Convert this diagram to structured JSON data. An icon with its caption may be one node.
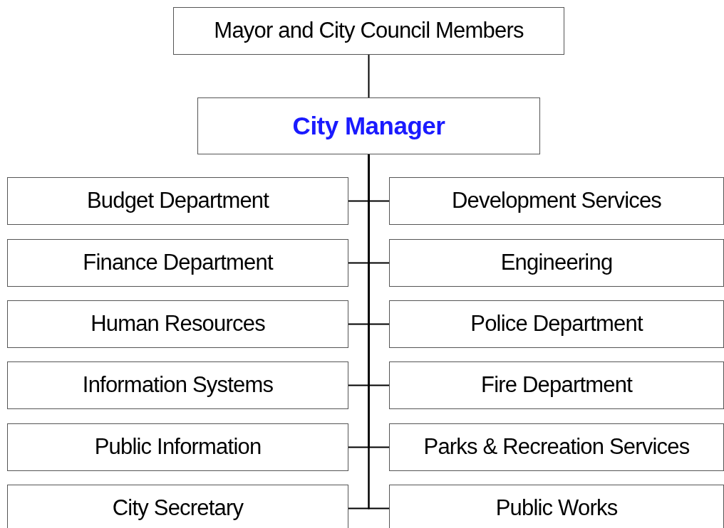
{
  "diagram": {
    "nodes": [
      {
        "text": [
          "Mayor and City Council Members"
        ]
      },
      {
        "text": [
          "City Manager"
        ]
      },
      {
        "text": [
          "Budget Department"
        ]
      },
      {
        "text": [
          "Development Services"
        ]
      },
      {
        "text": [
          "Finance Department"
        ]
      },
      {
        "text": [
          "Engineering"
        ]
      },
      {
        "text": [
          "Human Resources"
        ]
      },
      {
        "text": [
          "Police Department"
        ]
      },
      {
        "text": [
          "Information Systems"
        ]
      },
      {
        "text": [
          "Fire Department"
        ]
      },
      {
        "text": [
          "Public Information"
        ]
      },
      {
        "text": [
          "Parks & Recreation Services"
        ]
      },
      {
        "text": [
          "City Secretary"
        ]
      },
      {
        "text": [
          "Public Works"
        ]
      }
    ],
    "edges": [
      {
        "from": 0,
        "to": 1,
        "arrow": "none"
      },
      {
        "from": 1,
        "to": 2,
        "arrow": "none"
      },
      {
        "from": 1,
        "to": 3,
        "arrow": "none"
      },
      {
        "from": 1,
        "to": 4,
        "arrow": "none"
      },
      {
        "from": 1,
        "to": 5,
        "arrow": "none"
      },
      {
        "from": 1,
        "to": 6,
        "arrow": "none"
      },
      {
        "from": 1,
        "to": 7,
        "arrow": "none"
      },
      {
        "from": 1,
        "to": 8,
        "arrow": "none"
      },
      {
        "from": 1,
        "to": 9,
        "arrow": "none"
      },
      {
        "from": 1,
        "to": 10,
        "arrow": "none"
      },
      {
        "from": 1,
        "to": 11,
        "arrow": "none"
      },
      {
        "from": 1,
        "to": 12,
        "arrow": "none"
      },
      {
        "from": 1,
        "to": 13,
        "arrow": "none"
      }
    ]
  }
}
